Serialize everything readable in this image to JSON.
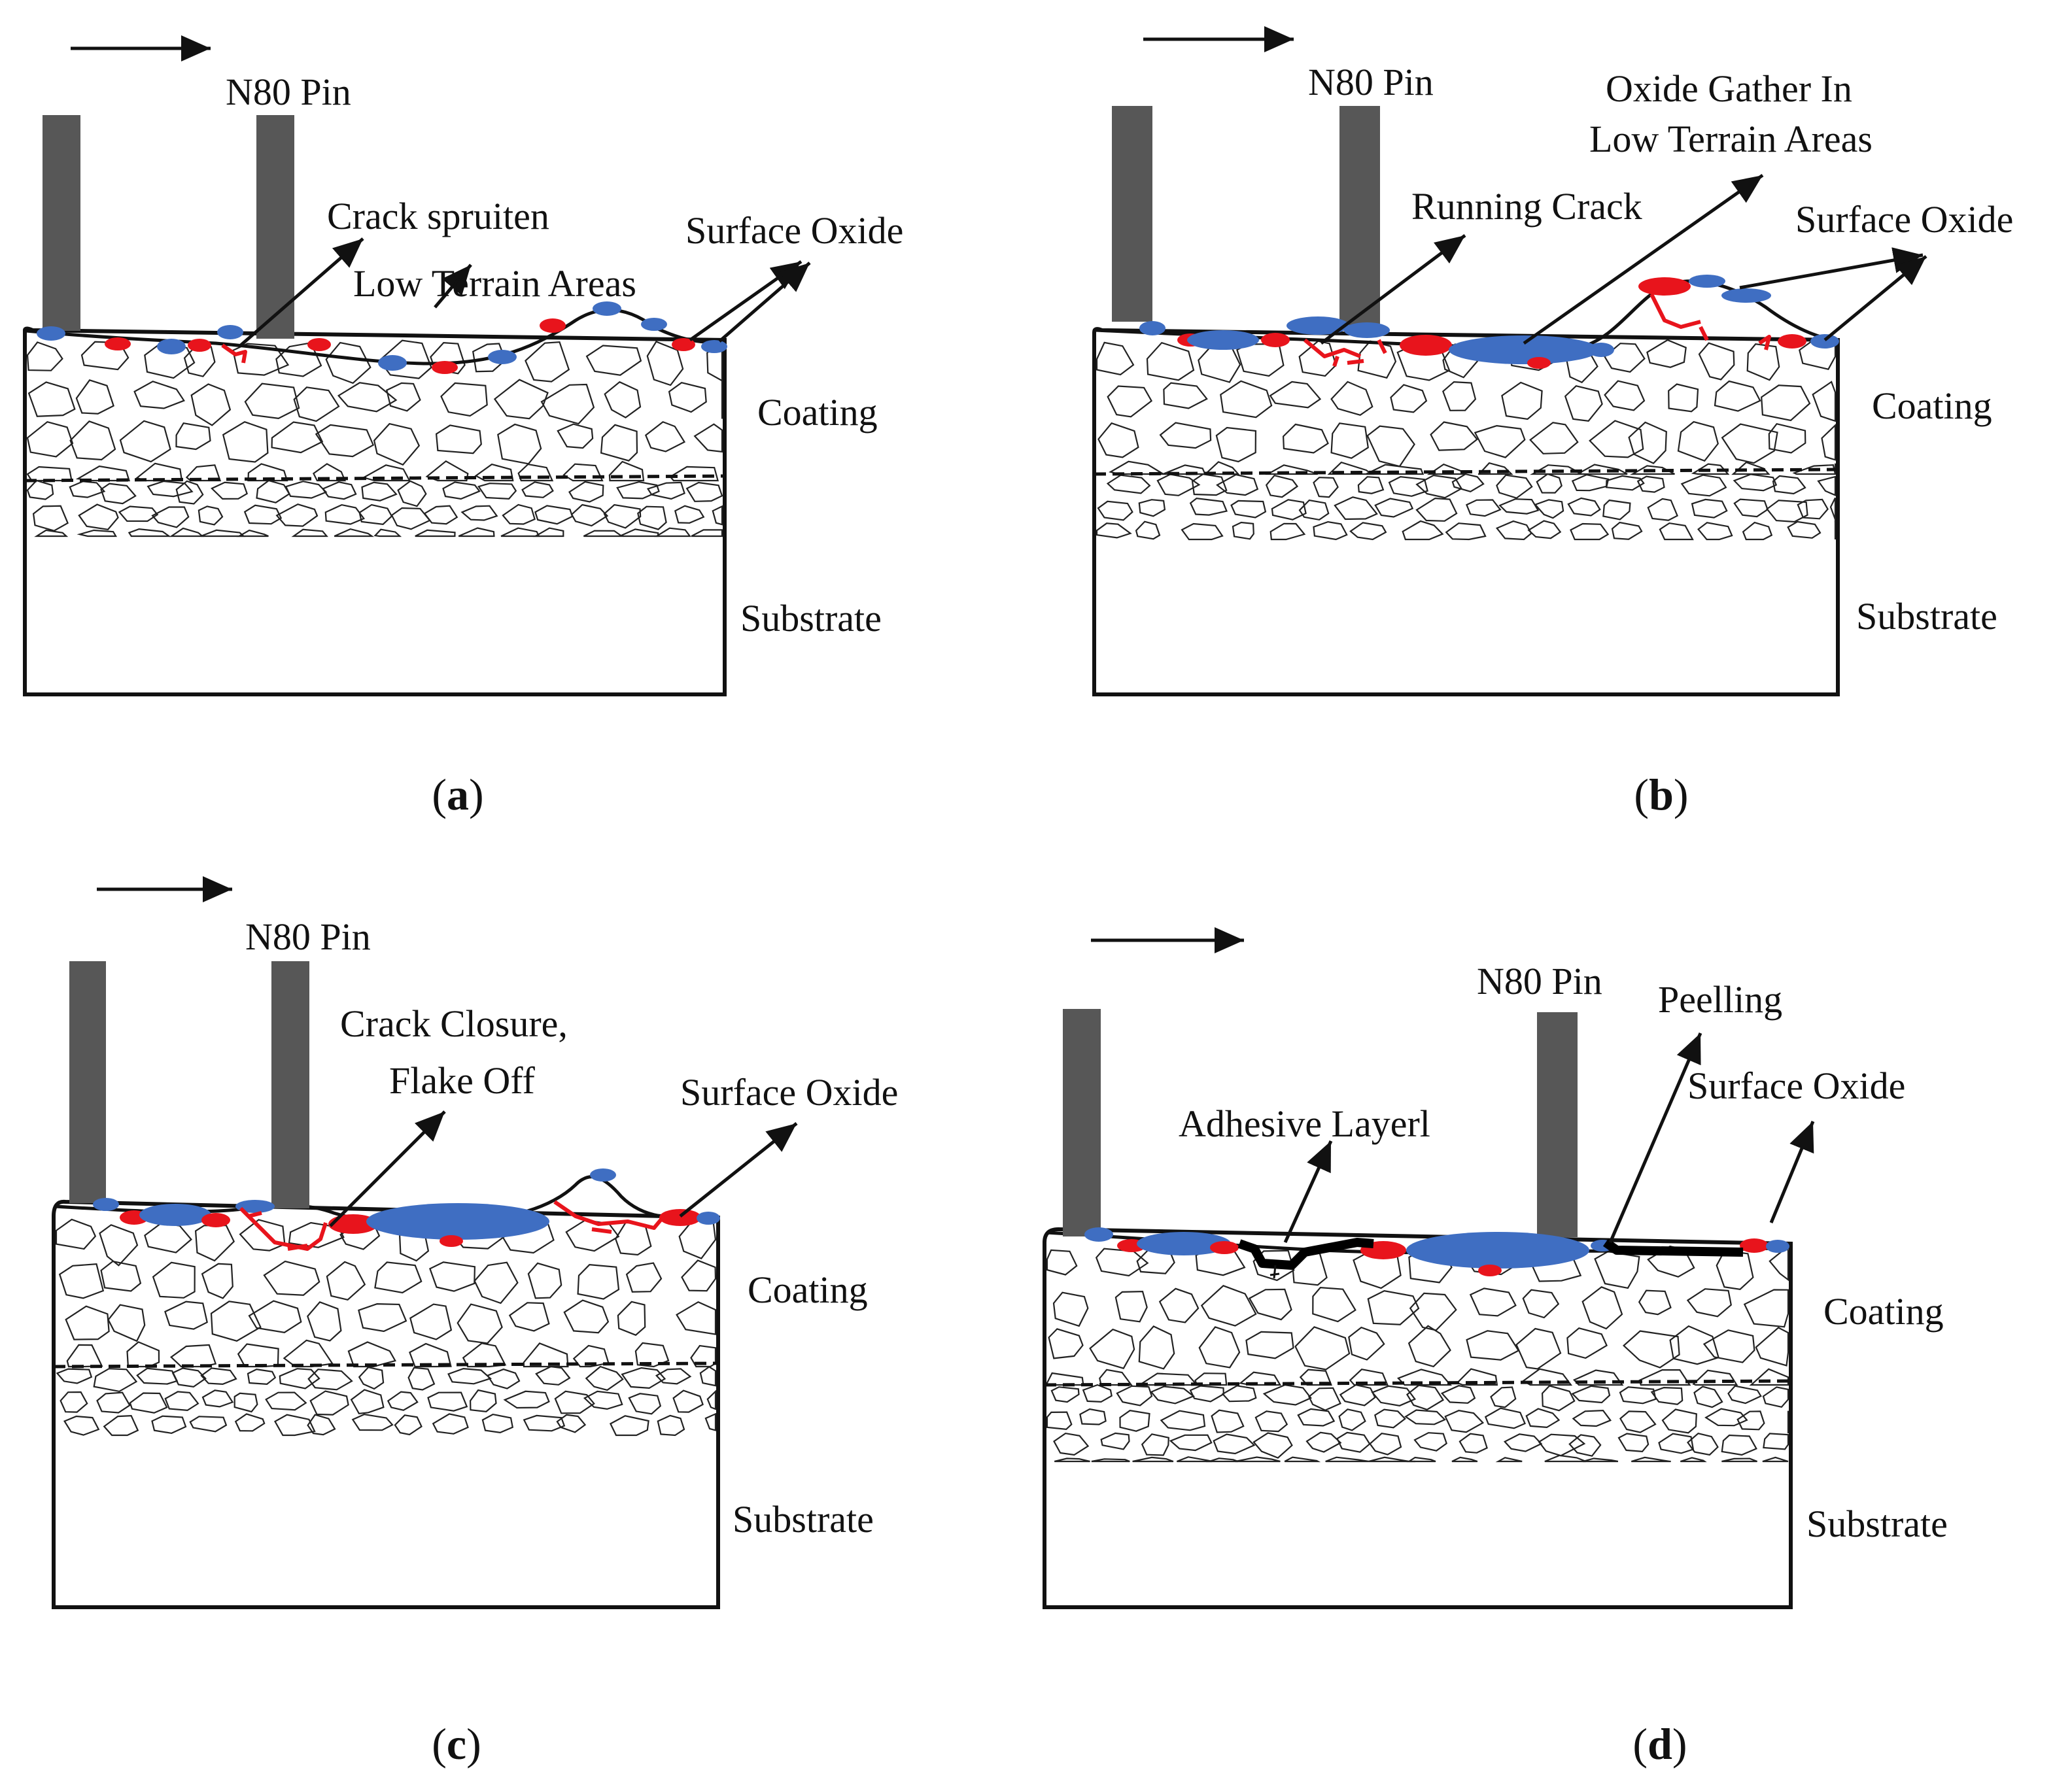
{
  "colors": {
    "pin": "#575757",
    "surface_oxide": "#3f6ec2",
    "red_oxide": "#e8141c",
    "line": "#111111"
  },
  "panels": {
    "a": {
      "caption_letter": "a",
      "pin_label": "N80 Pin",
      "labels": [
        "Crack spruiten",
        "Low Terrain Areas",
        "Surface Oxide",
        "Coating",
        "Substrate"
      ]
    },
    "b": {
      "caption_letter": "b",
      "pin_label": "N80 Pin",
      "labels": [
        "Oxide  Gather In",
        "Low Terrain Areas",
        "Running Crack",
        "Surface Oxide",
        "Coating",
        "Substrate"
      ]
    },
    "c": {
      "caption_letter": "c",
      "pin_label": "N80 Pin",
      "labels": [
        "Crack Closure,",
        "Flake Off",
        "Surface Oxide",
        "Coating",
        "Substrate"
      ]
    },
    "d": {
      "caption_letter": "d",
      "pin_label": "N80 Pin",
      "labels": [
        "Peelling",
        "Surface Oxide",
        "Adhesive Layerl",
        "Coating",
        "Substrate"
      ]
    }
  }
}
